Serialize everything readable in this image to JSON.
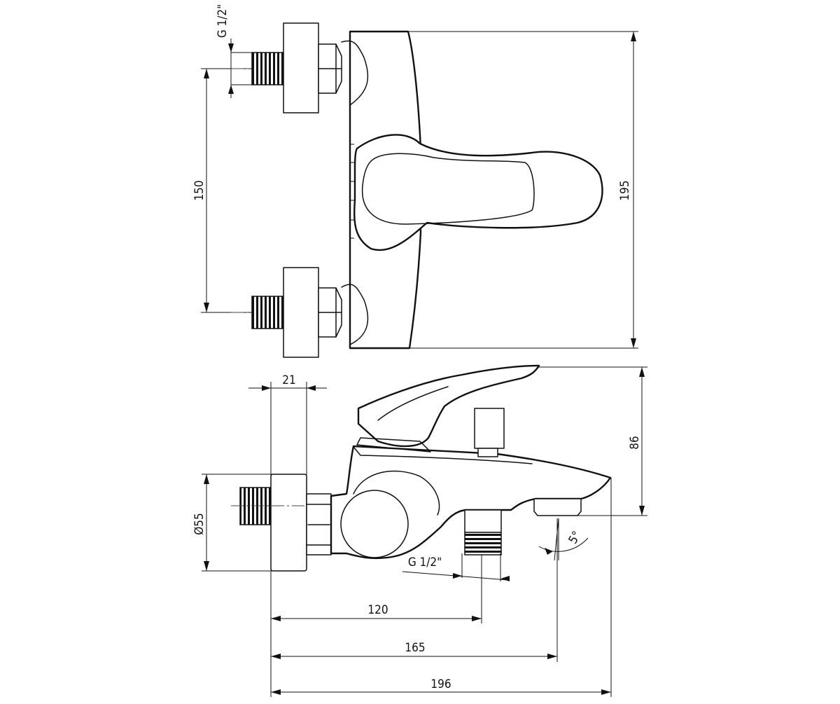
{
  "top_view": {
    "thread_label": "G 1/2\"",
    "dim_spacing": "150",
    "dim_height": "195"
  },
  "side_view": {
    "dim_thread_len": "21",
    "dim_height": "86",
    "dim_diameter": "Ø55",
    "angle_label": "5°",
    "thread_label": "G 1/2\"",
    "dim_outlet": "120",
    "dim_spout_tip": "165",
    "dim_total": "196"
  }
}
